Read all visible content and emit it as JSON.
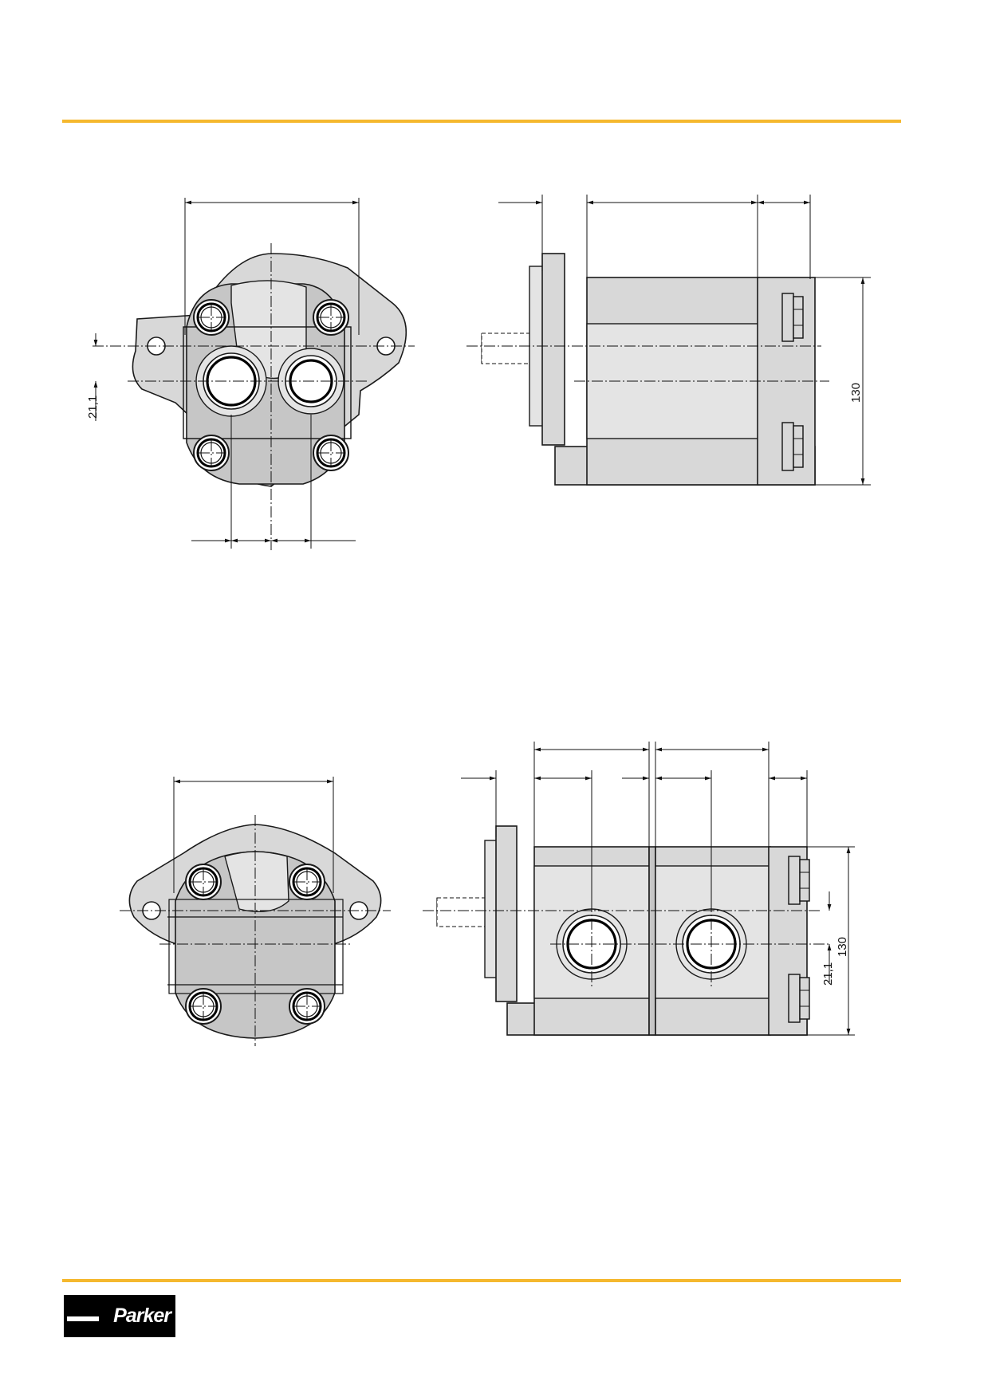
{
  "colors": {
    "accent_rule": "#f5b82e",
    "body_fill": "#d8d8d8",
    "logo_bg": "#000000"
  },
  "drawing_top": {
    "front_view": {
      "dim_label": "21,1"
    },
    "side_view": {
      "dim_label": "130"
    }
  },
  "drawing_bottom": {
    "front_view": {},
    "side_view": {
      "dim_label_height": "130",
      "dim_label_offset": "21,1"
    }
  },
  "footer": {
    "logo_text": "Parker"
  }
}
